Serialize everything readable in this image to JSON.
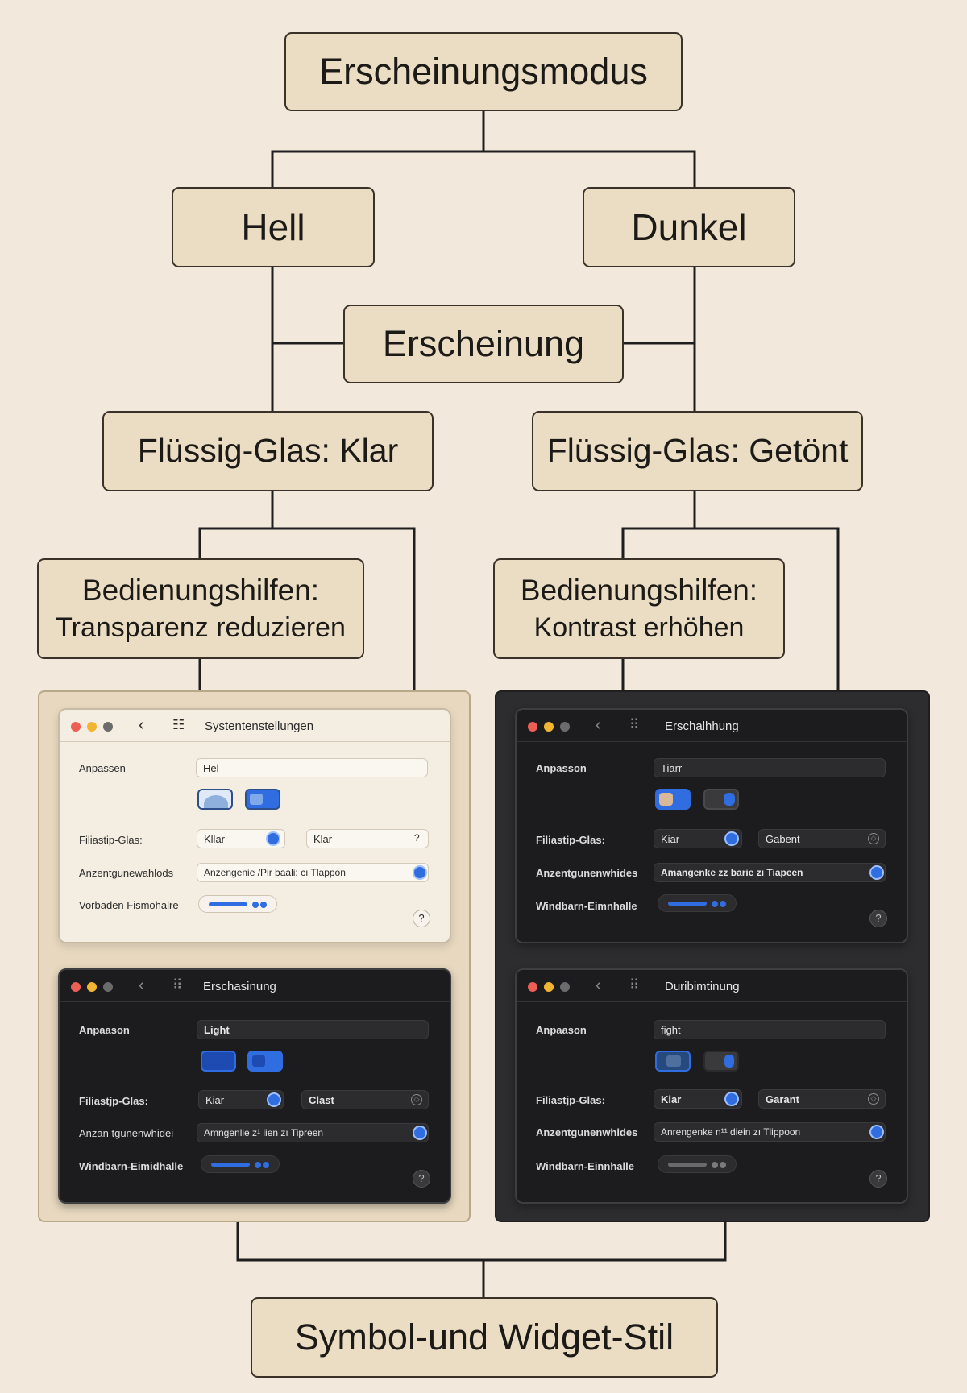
{
  "nodes": {
    "root": "Erscheinungsmodus",
    "hell": "Hell",
    "dunkel": "Dunkel",
    "erscheinung": "Erscheinung",
    "glas_klar": "Flüssig-Glas: Klar",
    "glas_getoent": "Flüssig-Glas: Getönt",
    "hilfe_links_1": "Bedienungshilfen:",
    "hilfe_links_2": "Transparenz reduzieren",
    "hilfe_rechts_1": "Bedienungshilfen:",
    "hilfe_rechts_2": "Kontrast erhöhen",
    "bottom": "Symbol-und Widget-Stil"
  },
  "windows": {
    "w1": {
      "theme": "light",
      "title": "Systentenstellungen",
      "grid_icon": "☷",
      "back_icon": "‹",
      "rows": [
        {
          "label": "Anpassen",
          "value": "Hel"
        },
        {
          "label": "Filiastip-Glas:",
          "value": "Kllar",
          "value2": "Klar"
        },
        {
          "label": "Anzentgunewahlods",
          "value": "Anzengenie /Pir baali: cı Tlappon"
        },
        {
          "label": "Vorbaden Fismohalre"
        }
      ],
      "help": "?"
    },
    "w2": {
      "theme": "dark",
      "title": "Erschasinung",
      "grid_icon": "⠿",
      "back_icon": "‹",
      "rows": [
        {
          "label": "Anpaason",
          "value": "Light"
        },
        {
          "label": "Filiastjp-Glas:",
          "value": "Kiar",
          "value2": "Clast"
        },
        {
          "label": "Anzan tgunenwhidei",
          "value": "Amngenlie z¹ lien zı Tipreen"
        },
        {
          "label": "Windbarn-Eimidhalle"
        }
      ],
      "help": "?"
    },
    "w3": {
      "theme": "dark",
      "title": "Erschalhhung",
      "grid_icon": "⠿",
      "back_icon": "‹",
      "rows": [
        {
          "label": "Anpasson",
          "value": "Tiarr"
        },
        {
          "label": "Filiastip-Glas:",
          "value": "Kiar",
          "value2": "Gabent"
        },
        {
          "label": "Anzentgunenwhides",
          "value": "Amangenke zz barie zı Tiapeen"
        },
        {
          "label": "Windbarn-Eimnhalle"
        }
      ],
      "help": "?"
    },
    "w4": {
      "theme": "dark",
      "title": "Duribimtinung",
      "grid_icon": "⠿",
      "back_icon": "‹",
      "rows": [
        {
          "label": "Anpaason",
          "value": "fight"
        },
        {
          "label": "Filiastjp-Glas:",
          "value": "Kiar",
          "value2": "Garant"
        },
        {
          "label": "Anzentgunenwhides",
          "value": "Anrengenke n¹¹ diein zı Tlippoon"
        },
        {
          "label": "Windbarn-Einnhalle"
        }
      ],
      "help": "?"
    }
  },
  "colors": {
    "background": "#f2e9dc",
    "node_fill": "#ebdcc4",
    "accent_blue": "#2f6de1",
    "dark_panel": "#2d2d2f",
    "light_panel": "#e7d8bf"
  }
}
